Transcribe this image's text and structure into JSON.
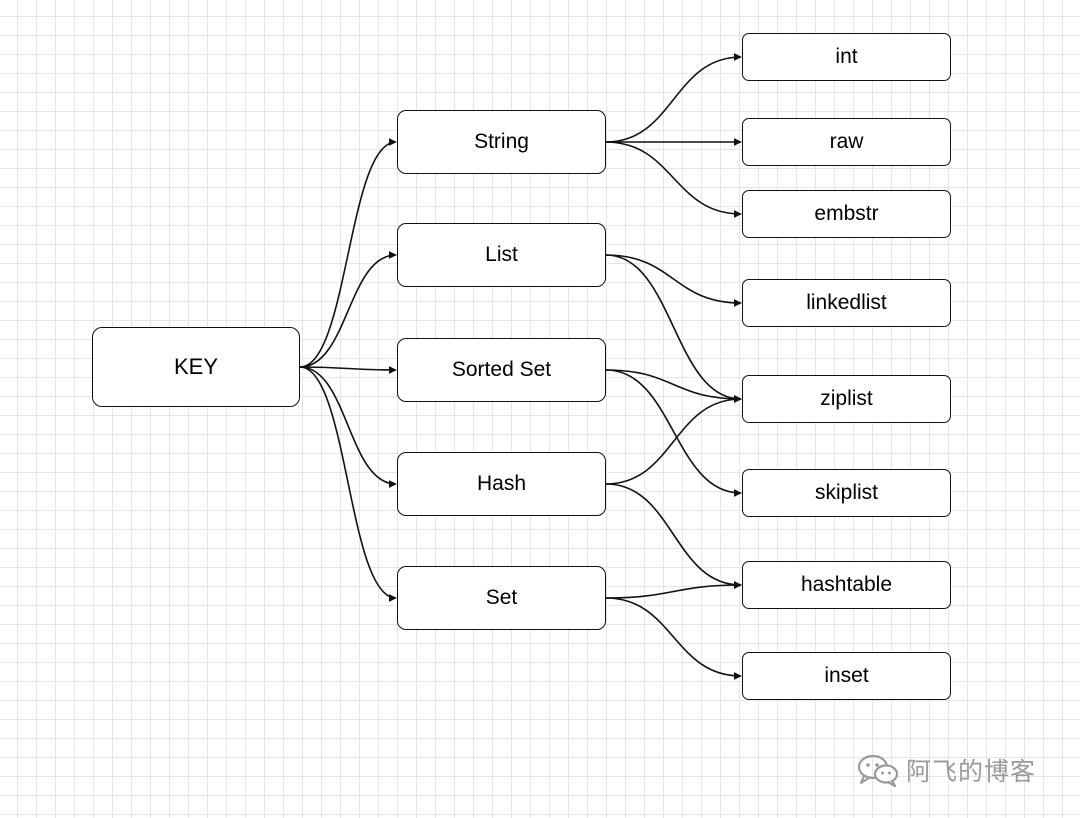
{
  "diagram": {
    "root": {
      "id": "key",
      "label": "KEY"
    },
    "types": [
      {
        "id": "string",
        "label": "String"
      },
      {
        "id": "list",
        "label": "List"
      },
      {
        "id": "sorted-set",
        "label": "Sorted Set"
      },
      {
        "id": "hash",
        "label": "Hash"
      },
      {
        "id": "set",
        "label": "Set"
      }
    ],
    "encodings": [
      {
        "id": "int",
        "label": "int"
      },
      {
        "id": "raw",
        "label": "raw"
      },
      {
        "id": "embstr",
        "label": "embstr"
      },
      {
        "id": "linkedlist",
        "label": "linkedlist"
      },
      {
        "id": "ziplist",
        "label": "ziplist"
      },
      {
        "id": "skiplist",
        "label": "skiplist"
      },
      {
        "id": "hashtable",
        "label": "hashtable"
      },
      {
        "id": "inset",
        "label": "inset"
      }
    ],
    "edges": [
      [
        "key",
        "string"
      ],
      [
        "key",
        "list"
      ],
      [
        "key",
        "sorted-set"
      ],
      [
        "key",
        "hash"
      ],
      [
        "key",
        "set"
      ],
      [
        "string",
        "int"
      ],
      [
        "string",
        "raw"
      ],
      [
        "string",
        "embstr"
      ],
      [
        "list",
        "linkedlist"
      ],
      [
        "list",
        "ziplist"
      ],
      [
        "sorted-set",
        "ziplist"
      ],
      [
        "sorted-set",
        "skiplist"
      ],
      [
        "hash",
        "ziplist"
      ],
      [
        "hash",
        "hashtable"
      ],
      [
        "set",
        "hashtable"
      ],
      [
        "set",
        "inset"
      ]
    ],
    "colors": {
      "stroke": "#111111",
      "grid": "#e6e6e6",
      "watermark": "#9a9a9a"
    }
  },
  "watermark": {
    "icon": "wechat-icon",
    "text": "阿飞的博客"
  }
}
